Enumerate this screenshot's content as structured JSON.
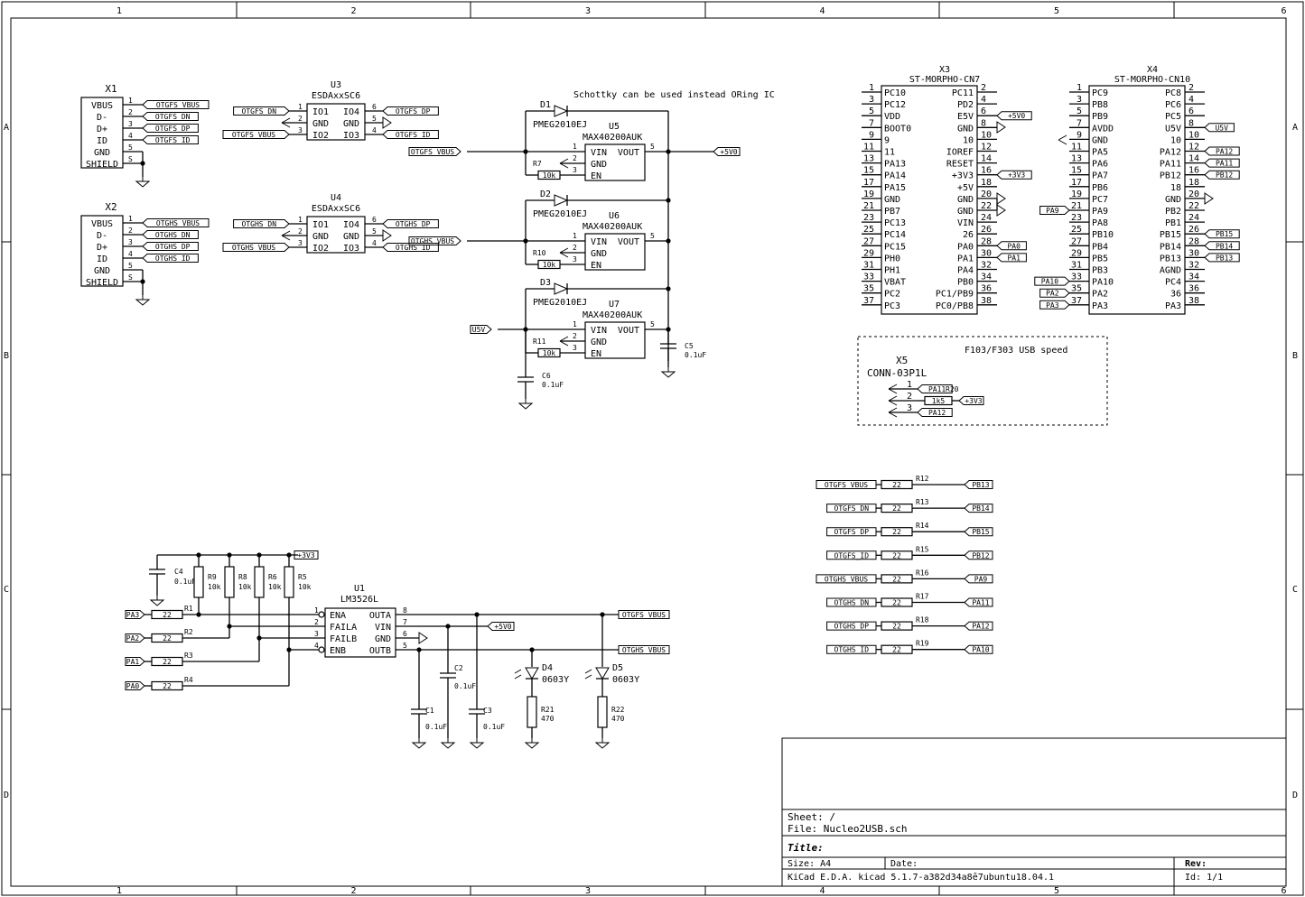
{
  "frame": {
    "cols": [
      "1",
      "2",
      "3",
      "4",
      "5",
      "6"
    ],
    "rows": [
      "A",
      "B",
      "C",
      "D"
    ]
  },
  "title_block": {
    "sheet": "Sheet: /",
    "file": "File: Nucleo2USB.sch",
    "title": "Title:",
    "size": "Size: A4",
    "date": "Date:",
    "rev": "Rev:",
    "tool": "KiCad E.D.A.  kicad 5.1.7-a382d34a8ȇ7ubuntu18.04.1",
    "id": "Id: 1/1"
  },
  "notes": {
    "schottky": "Schottky can be used instead ORing IC",
    "usb_speed": "F103/F303 USB speed"
  },
  "x1": {
    "ref": "X1",
    "pins": [
      {
        "n": "1",
        "name": "VBUS",
        "net": "OTGFS_VBUS"
      },
      {
        "n": "2",
        "name": "D-",
        "net": "OTGFS_DN"
      },
      {
        "n": "3",
        "name": "D+",
        "net": "OTGFS_DP"
      },
      {
        "n": "4",
        "name": "ID",
        "net": "OTGFS_ID"
      },
      {
        "n": "5",
        "name": "GND",
        "net": ""
      },
      {
        "n": "S",
        "name": "SHIELD",
        "net": ""
      }
    ]
  },
  "x2": {
    "ref": "X2",
    "pins": [
      {
        "n": "1",
        "name": "VBUS",
        "net": "OTGHS_VBUS"
      },
      {
        "n": "2",
        "name": "D-",
        "net": "OTGHS_DN"
      },
      {
        "n": "3",
        "name": "D+",
        "net": "OTGHS_DP"
      },
      {
        "n": "4",
        "name": "ID",
        "net": "OTGHS_ID"
      },
      {
        "n": "5",
        "name": "GND",
        "net": ""
      },
      {
        "n": "S",
        "name": "SHIELD",
        "net": ""
      }
    ]
  },
  "u3": {
    "ref": "U3",
    "value": "ESDAxxSC6",
    "left": [
      {
        "n": "1",
        "name": "IO1",
        "net": "OTGFS_DN"
      },
      {
        "n": "2",
        "name": "GND",
        "net": ""
      },
      {
        "n": "3",
        "name": "IO2",
        "net": "OTGFS_VBUS"
      }
    ],
    "right": [
      {
        "n": "6",
        "name": "IO4",
        "net": "OTGFS_DP"
      },
      {
        "n": "5",
        "name": "GND",
        "net": ""
      },
      {
        "n": "4",
        "name": "IO3",
        "net": "OTGFS_ID"
      }
    ]
  },
  "u4": {
    "ref": "U4",
    "value": "ESDAxxSC6",
    "left": [
      {
        "n": "1",
        "name": "IO1",
        "net": "OTGHS_DN"
      },
      {
        "n": "2",
        "name": "GND",
        "net": ""
      },
      {
        "n": "3",
        "name": "IO2",
        "net": "OTGHS_VBUS"
      }
    ],
    "right": [
      {
        "n": "6",
        "name": "IO4",
        "net": "OTGHS_DP"
      },
      {
        "n": "5",
        "name": "GND",
        "net": ""
      },
      {
        "n": "4",
        "name": "IO3",
        "net": "OTGHS_ID"
      }
    ]
  },
  "regs": [
    {
      "dref": "D1",
      "dval": "PMEG2010EJ",
      "uref": "U5",
      "uval": "MAX40200AUK",
      "net": "OTGFS_VBUS",
      "rref": "R7",
      "rval": "10k"
    },
    {
      "dref": "D2",
      "dval": "PMEG2010EJ",
      "uref": "U6",
      "uval": "MAX40200AUK",
      "net": "OTGHS_VBUS",
      "rref": "R10",
      "rval": "10k"
    },
    {
      "dref": "D3",
      "dval": "PMEG2010EJ",
      "uref": "U7",
      "uval": "MAX40200AUK",
      "net": "U5V",
      "rref": "R11",
      "rval": "10k"
    }
  ],
  "reg_pins": {
    "vin": "VIN",
    "gnd": "GND",
    "en": "EN",
    "vout": "VOUT",
    "n1": "1",
    "n2": "2",
    "n3": "3",
    "n5": "5"
  },
  "c5": {
    "ref": "C5",
    "val": "0.1uF"
  },
  "c6": {
    "ref": "C6",
    "val": "0.1uF"
  },
  "p5v": "+5V0",
  "p3v3": "+3V3",
  "x3": {
    "ref": "X3",
    "value": "ST-MORPHO-CN7",
    "left": [
      [
        "1",
        "PC10"
      ],
      [
        "3",
        "PC12"
      ],
      [
        "5",
        "VDD"
      ],
      [
        "7",
        "BOOT0"
      ],
      [
        "9",
        "9"
      ],
      [
        "11",
        "11"
      ],
      [
        "13",
        "PA13"
      ],
      [
        "15",
        "PA14"
      ],
      [
        "17",
        "PA15"
      ],
      [
        "19",
        "GND"
      ],
      [
        "21",
        "PB7"
      ],
      [
        "23",
        "PC13"
      ],
      [
        "25",
        "PC14"
      ],
      [
        "27",
        "PC15"
      ],
      [
        "29",
        "PH0"
      ],
      [
        "31",
        "PH1"
      ],
      [
        "33",
        "VBAT"
      ],
      [
        "35",
        "PC2"
      ],
      [
        "37",
        "PC3"
      ]
    ],
    "right": [
      [
        "2",
        "PC11"
      ],
      [
        "4",
        "PD2"
      ],
      [
        "6",
        "E5V"
      ],
      [
        "8",
        "GND"
      ],
      [
        "10",
        "10"
      ],
      [
        "12",
        "IOREF"
      ],
      [
        "14",
        "RESET"
      ],
      [
        "16",
        "+3V3"
      ],
      [
        "18",
        "+5V"
      ],
      [
        "20",
        "GND"
      ],
      [
        "22",
        "GND"
      ],
      [
        "24",
        "VIN"
      ],
      [
        "26",
        "26"
      ],
      [
        "28",
        "PA0"
      ],
      [
        "30",
        "PA1"
      ],
      [
        "32",
        "PA4"
      ],
      [
        "34",
        "PB0"
      ],
      [
        "36",
        "PC1/PB9"
      ],
      [
        "38",
        "PC0/PB8"
      ]
    ],
    "nets": {
      "6": "+5V0",
      "16": "+3V3",
      "28": "PA0",
      "30": "PA1"
    }
  },
  "x4": {
    "ref": "X4",
    "value": "ST-MORPHO-CN10",
    "left": [
      [
        "1",
        "PC9"
      ],
      [
        "3",
        "PB8"
      ],
      [
        "5",
        "PB9"
      ],
      [
        "7",
        "AVDD"
      ],
      [
        "9",
        "GND"
      ],
      [
        "11",
        "PA5"
      ],
      [
        "13",
        "PA6"
      ],
      [
        "15",
        "PA7"
      ],
      [
        "17",
        "PB6"
      ],
      [
        "19",
        "PC7"
      ],
      [
        "21",
        "PA9"
      ],
      [
        "23",
        "PA8"
      ],
      [
        "25",
        "PB10"
      ],
      [
        "27",
        "PB4"
      ],
      [
        "29",
        "PB5"
      ],
      [
        "31",
        "PB3"
      ],
      [
        "33",
        "PA10"
      ],
      [
        "35",
        "PA2"
      ],
      [
        "37",
        "PA3"
      ]
    ],
    "right": [
      [
        "2",
        "PC8"
      ],
      [
        "4",
        "PC6"
      ],
      [
        "6",
        "PC5"
      ],
      [
        "8",
        "U5V"
      ],
      [
        "10",
        "10"
      ],
      [
        "12",
        "PA12"
      ],
      [
        "14",
        "PA11"
      ],
      [
        "16",
        "PB12"
      ],
      [
        "18",
        "18"
      ],
      [
        "20",
        "GND"
      ],
      [
        "22",
        "PB2"
      ],
      [
        "24",
        "PB1"
      ],
      [
        "26",
        "PB15"
      ],
      [
        "28",
        "PB14"
      ],
      [
        "30",
        "PB13"
      ],
      [
        "32",
        "AGND"
      ],
      [
        "34",
        "PC4"
      ],
      [
        "36",
        "36"
      ],
      [
        "38",
        "PA3"
      ]
    ],
    "nets": {
      "8": "U5V",
      "12": "PA12",
      "14": "PA11",
      "16": "PB12",
      "26": "PB15",
      "28": "PB14",
      "30": "PB13",
      "21": "PA9",
      "33": "PA10",
      "35": "PA2",
      "37": "PA3"
    }
  },
  "x5": {
    "ref": "X5",
    "value": "CONN-03P1L",
    "pins": [
      "1",
      "2",
      "3"
    ],
    "nets": [
      "PA11",
      "",
      "PA12"
    ],
    "rref": "R20",
    "rval": "1k5",
    "pwr": "+3V3"
  },
  "rarray": [
    {
      "l": "OTGFS_VBUS",
      "r": "PB13",
      "ref": "R12",
      "val": "22"
    },
    {
      "l": "OTGFS_DN",
      "r": "PB14",
      "ref": "R13",
      "val": "22"
    },
    {
      "l": "OTGFS_DP",
      "r": "PB15",
      "ref": "R14",
      "val": "22"
    },
    {
      "l": "OTGFS_ID",
      "r": "PB12",
      "ref": "R15",
      "val": "22"
    },
    {
      "l": "OTGHS_VBUS",
      "r": "PA9",
      "ref": "R16",
      "val": "22"
    },
    {
      "l": "OTGHS_DN",
      "r": "PA11",
      "ref": "R17",
      "val": "22"
    },
    {
      "l": "OTGHS_DP",
      "r": "PA12",
      "ref": "R18",
      "val": "22"
    },
    {
      "l": "OTGHS_ID",
      "r": "PA10",
      "ref": "R19",
      "val": "22"
    }
  ],
  "u1": {
    "ref": "U1",
    "value": "LM3526L",
    "left": [
      [
        "1",
        "ENA"
      ],
      [
        "2",
        "FAILA"
      ],
      [
        "3",
        "FAILB"
      ],
      [
        "4",
        "ENB"
      ]
    ],
    "right": [
      [
        "8",
        "OUTA"
      ],
      [
        "7",
        "VIN"
      ],
      [
        "6",
        "GND"
      ],
      [
        "5",
        "OUTB"
      ]
    ]
  },
  "pullups": [
    {
      "ref": "R9",
      "val": "10k"
    },
    {
      "ref": "R8",
      "val": "10k"
    },
    {
      "ref": "R6",
      "val": "10k"
    },
    {
      "ref": "R5",
      "val": "10k"
    }
  ],
  "c4": {
    "ref": "C4",
    "val": "0.1uF"
  },
  "inres": [
    {
      "net": "PA3",
      "ref": "R1",
      "val": "22"
    },
    {
      "net": "PA2",
      "ref": "R2",
      "val": "22"
    },
    {
      "net": "PA1",
      "ref": "R3",
      "val": "22"
    },
    {
      "net": "PA0",
      "ref": "R4",
      "val": "22"
    }
  ],
  "outs": {
    "a": "OTGFS_VBUS",
    "b": "OTGHS_VBUS"
  },
  "c1": {
    "ref": "C1",
    "val": "0.1uF"
  },
  "c2": {
    "ref": "C2",
    "val": "0.1uF"
  },
  "c3": {
    "ref": "C3",
    "val": "0.1uF"
  },
  "d4": {
    "ref": "D4",
    "val": "0603Y"
  },
  "d5": {
    "ref": "D5",
    "val": "0603Y"
  },
  "r21": {
    "ref": "R21",
    "val": "470"
  },
  "r22": {
    "ref": "R22",
    "val": "470"
  }
}
